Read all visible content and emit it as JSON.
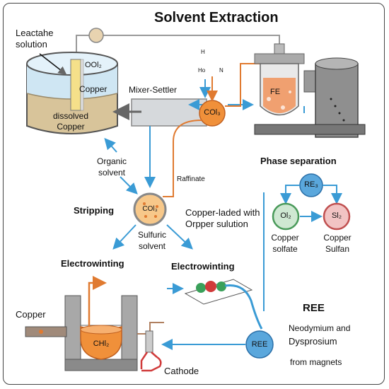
{
  "title": "Solvent Extraction",
  "labels": {
    "leachate": [
      "Leactahe",
      "solution"
    ],
    "ool": "OOl₂",
    "copper_tank": "Copper",
    "dissolved": [
      "dissolved",
      "Copper"
    ],
    "mixer_settler": "Mixer-Settler",
    "col3": "COl₃",
    "fe": "FE",
    "organic_solvent": [
      "Organic",
      "solvent"
    ],
    "raffinate": "Raffinate",
    "stripping": "Stripping",
    "col3_stripping": "COl₃",
    "sulfuric": [
      "Sulfuric",
      "solvent"
    ],
    "copper_laded": [
      "Copper-laded with",
      "Orpper sulution"
    ],
    "phase_separation": "Phase separation",
    "re3": "RE₃",
    "ol2": "Ol₂",
    "sl2": "Sl₂",
    "copper_solfate": [
      "Copper",
      "solfate"
    ],
    "copper_sulfan": [
      "Copper",
      "Sulfan"
    ],
    "electrowinting_left": "Electrowinting",
    "electrowinting_right": "Electrowinting",
    "copper_left": "Copper",
    "chl2": "CHl₂",
    "cathode": "Cathode",
    "ree_circle": "REE",
    "ree_heading": "REE",
    "neodymium": [
      "Neodymium and",
      "Dysprosium"
    ],
    "from_magnets": "from magnets",
    "molecule": [
      "H",
      "Ho",
      "N"
    ]
  },
  "colors": {
    "blue_arrow": "#3a9bd5",
    "orange_pipe": "#e07a30",
    "tank_liquid": "#cfe6f3",
    "tank_sediment": "#d8c49a",
    "fe_liquid": "#f0a070",
    "green_circle": "#8fc79b",
    "red_circle": "#e07a7a",
    "blue_circle": "#5aa7dc"
  }
}
